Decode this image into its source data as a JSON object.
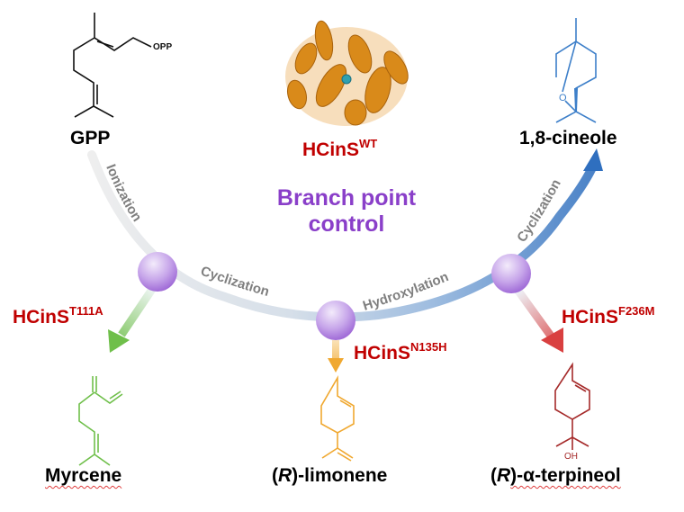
{
  "title": {
    "line1": "Branch point",
    "line2": "control"
  },
  "colors": {
    "enzyme_label": "#c00000",
    "title": "#8a3fc9",
    "node_purple": "#b58be0",
    "cineole_blue": "#3d7fc9",
    "myrcene_green": "#6fbf4a",
    "limonene_orange": "#f0a830",
    "terpineol_red": "#a52a2a",
    "protein_orange": "#d98a1a",
    "step_label": "#7f7f7f"
  },
  "compounds": {
    "gpp": {
      "name": "GPP",
      "group_label": "OPP"
    },
    "cineole": {
      "name": "1,8-cineole",
      "atom_label": "O"
    },
    "myrcene": {
      "name": "Myrcene"
    },
    "limonene": {
      "prefix": "(",
      "stereo": "R",
      "suffix": ")-limonene"
    },
    "terpineol": {
      "prefix": "(",
      "stereo": "R",
      "suffix": ")-α-terpineol",
      "atom_label": "OH"
    }
  },
  "enzymes": {
    "wild_type": {
      "base": "HCinS",
      "variant": "WT"
    },
    "t111a": {
      "base": "HCinS",
      "variant": "T111A"
    },
    "n135h": {
      "base": "HCinS",
      "variant": "N135H"
    },
    "f236m": {
      "base": "HCinS",
      "variant": "F236M"
    }
  },
  "steps": {
    "ionization": "Ionization",
    "cyclization1": "Cyclization",
    "hydroxylation": "Hydroxylation",
    "cyclization2": "Cyclization"
  }
}
